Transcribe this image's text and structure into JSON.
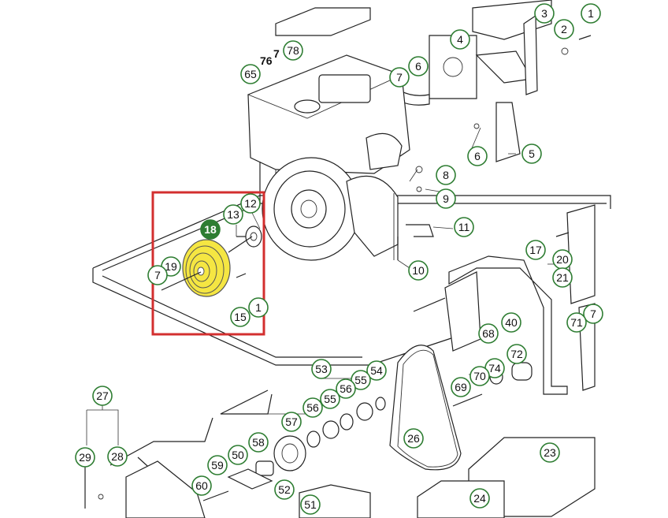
{
  "diagram": {
    "highlight_color": "#d32f2f",
    "callout_color": "#2e7d32",
    "highlight_part_color": "#f5e642",
    "selected_part": "18",
    "plain_labels": [
      "76",
      "7"
    ],
    "callouts": [
      "3",
      "1",
      "2",
      "78",
      "4",
      "65",
      "6",
      "7",
      "6",
      "5",
      "8",
      "9",
      "11",
      "10",
      "12",
      "13",
      "18",
      "19",
      "7",
      "15",
      "1",
      "17",
      "20",
      "21",
      "40",
      "7",
      "71",
      "68",
      "72",
      "74",
      "70",
      "69",
      "53",
      "54",
      "55",
      "56",
      "55",
      "56",
      "57",
      "26",
      "58",
      "50",
      "59",
      "52",
      "60",
      "51",
      "27",
      "29",
      "28",
      "23",
      "24"
    ]
  }
}
